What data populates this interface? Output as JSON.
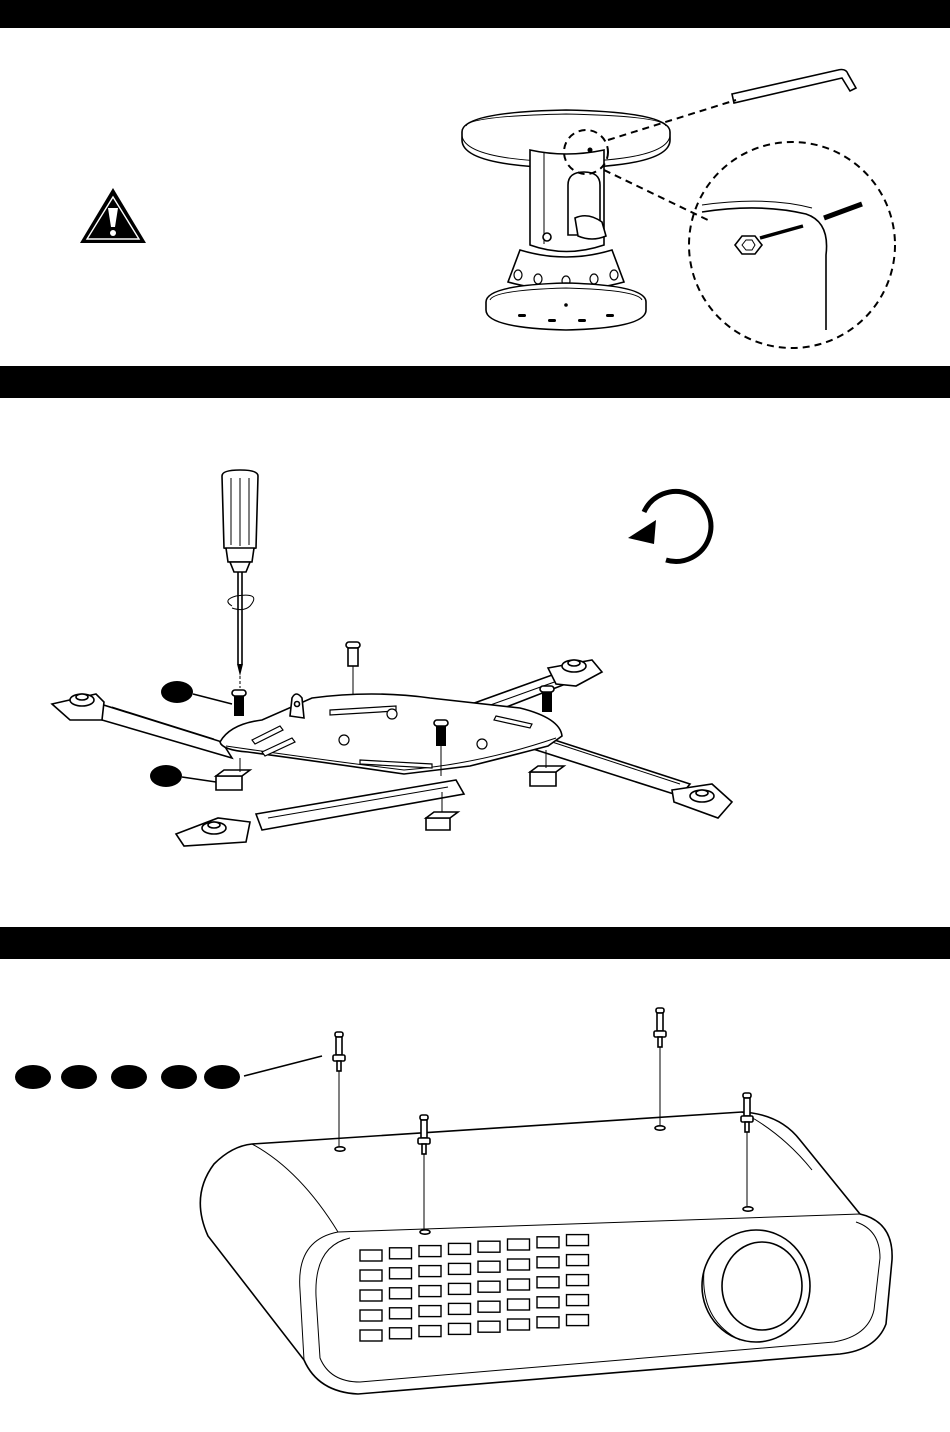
{
  "page": {
    "sections": [
      {
        "id": "step-1",
        "heading": ""
      },
      {
        "id": "step-2",
        "heading": ""
      },
      {
        "id": "step-3",
        "heading": ""
      }
    ]
  },
  "colors": {
    "ink": "#000000",
    "paper": "#ffffff",
    "band": "#000000"
  },
  "icons": {
    "warning": "warning-triangle-icon",
    "rotate": "rotate-clockwise-icon"
  },
  "callouts": {
    "step2_count": 2,
    "step3_count": 5
  }
}
